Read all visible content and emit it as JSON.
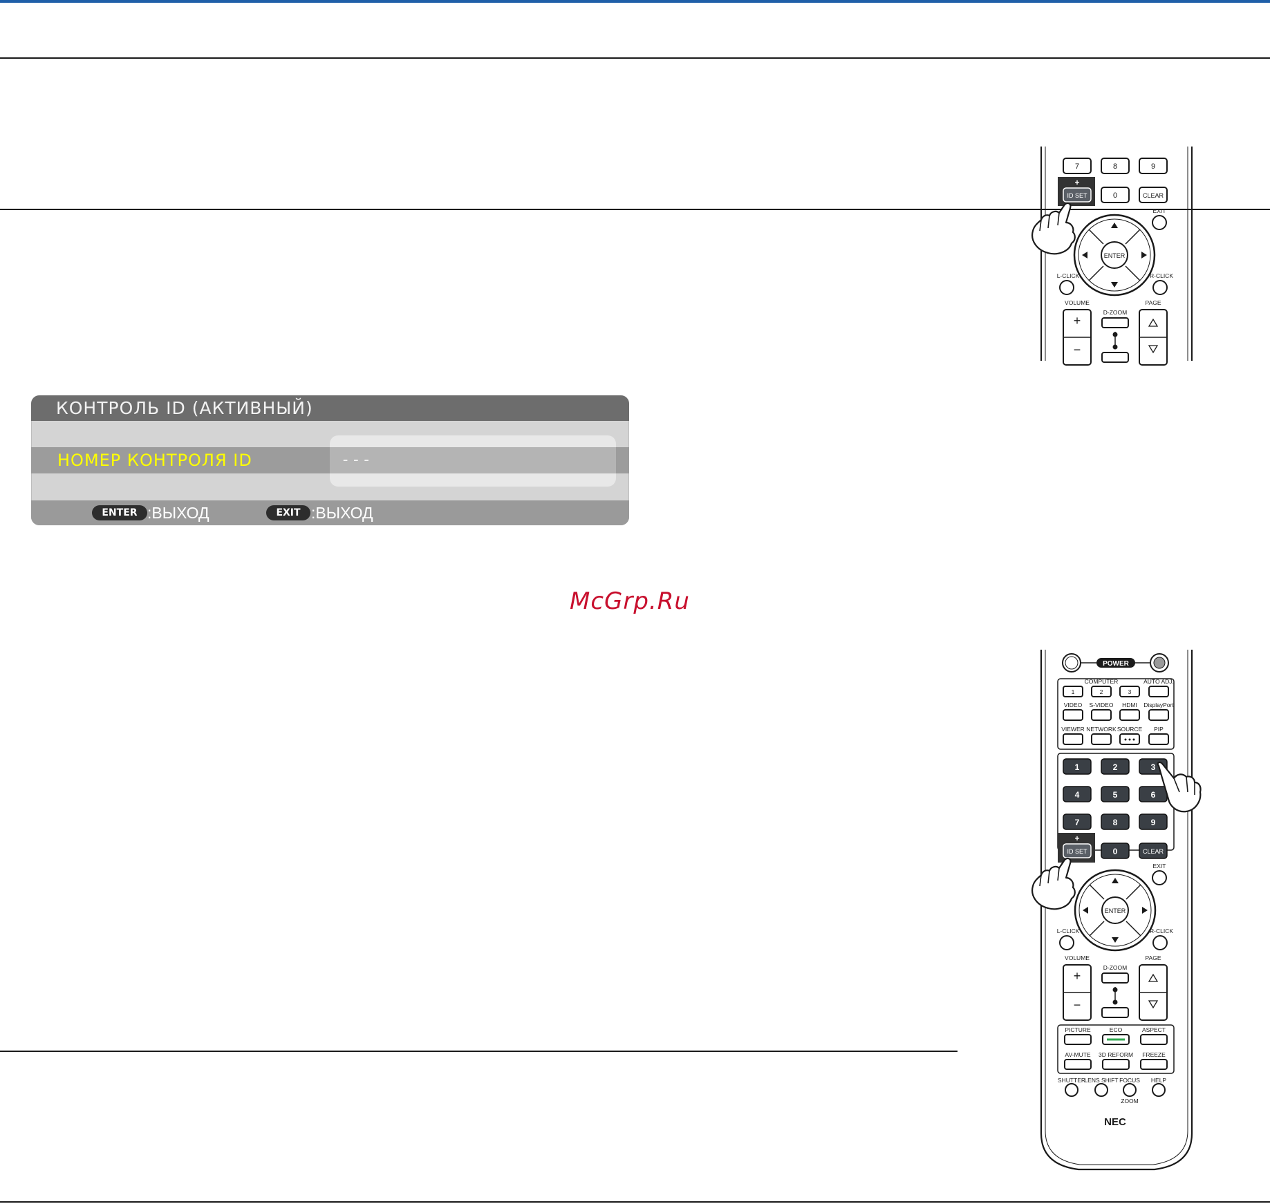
{
  "osd": {
    "title": "КОНТРОЛЬ ID (АКТИВНЫЙ)",
    "row_label": "НОМЕР КОНТРОЛЯ ID",
    "row_value": "---",
    "footer": {
      "enter_key": "ENTER",
      "enter_text": ":ВЫХОД",
      "exit_key": "EXIT",
      "exit_text": ":ВЫХОД"
    }
  },
  "watermark": "McGrp.Ru",
  "remote_top": {
    "keys_row": [
      "7",
      "8",
      "9"
    ],
    "id_set_plus": "+",
    "id_set": "ID SET",
    "zero": "0",
    "clear": "CLEAR",
    "exit": "EXIT",
    "enter": "ENTER",
    "l_click": "L-CLICK",
    "r_click": "R-CLICK",
    "volume": "VOLUME",
    "d_zoom": "D-ZOOM",
    "page": "PAGE",
    "plus": "+",
    "minus": "−"
  },
  "remote_bottom": {
    "power": "POWER",
    "computer": "COMPUTER",
    "computer_keys": [
      "1",
      "2",
      "3"
    ],
    "auto_adj": "AUTO ADJ.",
    "video": "VIDEO",
    "s_video": "S-VIDEO",
    "hdmi": "HDMI",
    "displayport": "DisplayPort",
    "viewer": "VIEWER",
    "network": "NETWORK",
    "source": "SOURCE",
    "pip": "PIP",
    "numbers": [
      "1",
      "2",
      "3",
      "4",
      "5",
      "6",
      "7",
      "8",
      "9"
    ],
    "id_set_plus": "+",
    "id_set": "ID SET",
    "zero": "0",
    "clear": "CLEAR",
    "exit": "EXIT",
    "enter": "ENTER",
    "l_click": "L-CLICK",
    "r_click": "R-CLICK",
    "volume": "VOLUME",
    "d_zoom": "D-ZOOM",
    "page": "PAGE",
    "plus": "+",
    "minus": "−",
    "picture": "PICTURE",
    "eco": "ECO",
    "aspect": "ASPECT",
    "av_mute": "AV-MUTE",
    "reform_3d": "3D REFORM",
    "freeze": "FREEZE",
    "shutter": "SHUTTER",
    "lens_shift": "LENS SHIFT",
    "focus": "FOCUS",
    "zoom": "ZOOM",
    "help": "HELP",
    "brand": "NEC"
  },
  "colors": {
    "accent_line": "#1f5fa8",
    "osd_highlight_text": "#ffff00",
    "watermark": "#c8102e",
    "eco_indicator": "#2fa84f"
  }
}
